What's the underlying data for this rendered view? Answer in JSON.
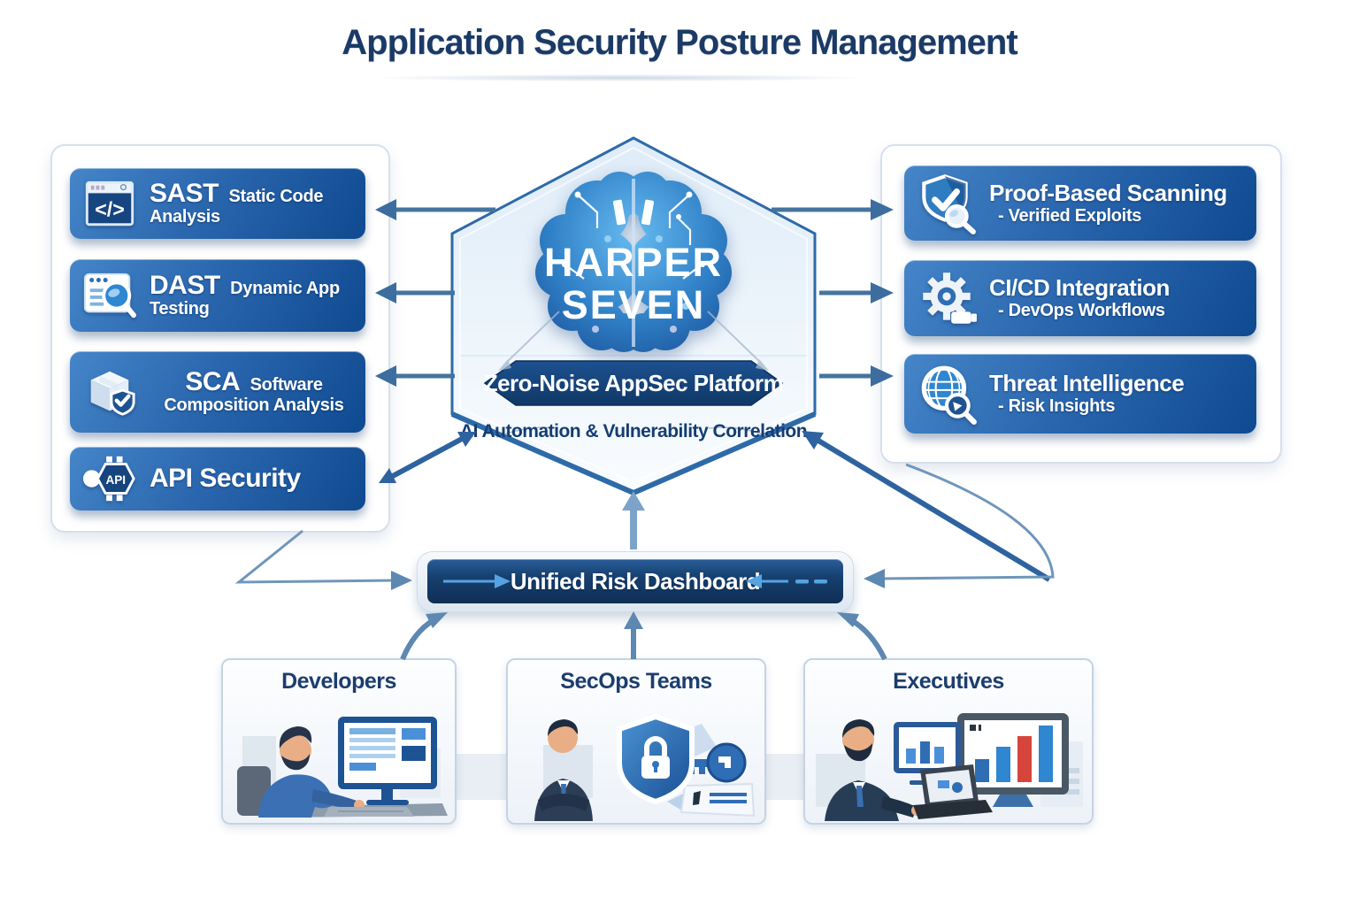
{
  "title": "Application Security Posture Management",
  "brand": {
    "name_line1": "HARPER",
    "name_line2": "SEVEN",
    "banner": "Zero-Noise AppSec Platform",
    "tagline": "AI Automation & Vulnerability Correlation"
  },
  "left_panel": {
    "items": [
      {
        "abbr": "SAST",
        "label": "Static Code Analysis",
        "icon": "code-window-icon"
      },
      {
        "abbr": "DAST",
        "label": "Dynamic App Testing",
        "icon": "browser-scan-icon"
      },
      {
        "abbr": "SCA",
        "label": "Software Composition Analysis",
        "icon": "package-shield-icon"
      },
      {
        "abbr": "API Security",
        "label": "",
        "icon": "api-key-icon",
        "icon_text": "API"
      }
    ]
  },
  "right_panel": {
    "items": [
      {
        "title": "Proof-Based Scanning",
        "subtitle": "- Verified Exploits",
        "icon": "shield-check-magnifier-icon"
      },
      {
        "title": "CI/CD Integration",
        "subtitle": "- DevOps Workflows",
        "icon": "gear-icon"
      },
      {
        "title": "Threat Intelligence",
        "subtitle": "- Risk Insights",
        "icon": "globe-magnifier-icon"
      }
    ]
  },
  "dashboard": {
    "label": "Unified Risk Dashboard"
  },
  "audiences": [
    {
      "label": "Developers"
    },
    {
      "label": "SecOps Teams"
    },
    {
      "label": "Executives"
    }
  ],
  "colors": {
    "navy_text": "#1b3a66",
    "bar_gradient_start": "#4585c8",
    "bar_gradient_end": "#0f4a91",
    "banner_navy": "#14437c",
    "hexagon_border": "#2e6aa8",
    "arrow_blue": "#44749f",
    "accent_light_blue": "#56a3e2",
    "chart_red": "#d6453c"
  }
}
